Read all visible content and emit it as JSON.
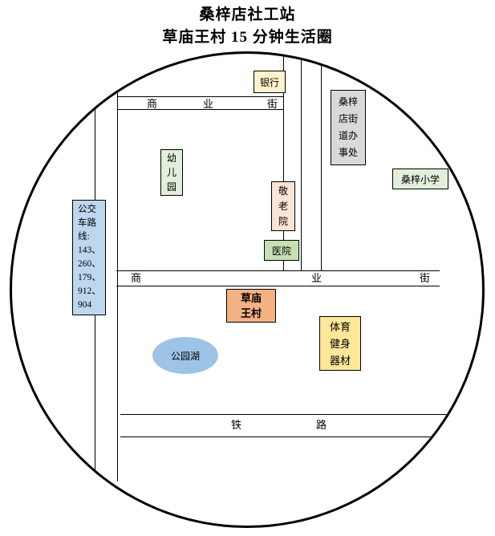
{
  "title": {
    "line1": "桑梓店社工站",
    "line2": "草庙王村 15 分钟生活圈"
  },
  "road_labels": {
    "top_street": [
      "商",
      "业",
      "街"
    ],
    "mid_street": [
      "商",
      "业",
      "街"
    ],
    "railway": [
      "铁",
      "路"
    ]
  },
  "places": {
    "bank": {
      "label": "银行",
      "color": "#FFF2CC"
    },
    "street_office": {
      "lines": [
        "桑梓",
        "店街",
        "道办",
        "事处"
      ],
      "color": "#D9D9D9"
    },
    "kindergarten": {
      "lines": [
        "幼",
        "儿",
        "园"
      ],
      "color": "#E2EFDA"
    },
    "nursing_home": {
      "lines": [
        "敬",
        "老",
        "院"
      ],
      "color": "#FCE4D6"
    },
    "primary_school": {
      "label": "桑梓小学",
      "color": "#E2EFDA"
    },
    "hospital": {
      "label": "医院",
      "color": "#C6E0B4"
    },
    "bus_routes": {
      "lines": [
        "公交",
        "车路",
        "线:",
        "143、",
        "260、",
        "179、",
        "912、",
        "904"
      ],
      "color": "#BDD7EE"
    },
    "village": {
      "lines": [
        "草庙",
        "王村"
      ],
      "color": "#F4B183"
    },
    "fitness_equipment": {
      "lines": [
        "体育",
        "健身",
        "器材"
      ],
      "color": "#FFE699"
    },
    "park_lake": {
      "label": "公园湖",
      "color": "#9DC3E6"
    }
  }
}
